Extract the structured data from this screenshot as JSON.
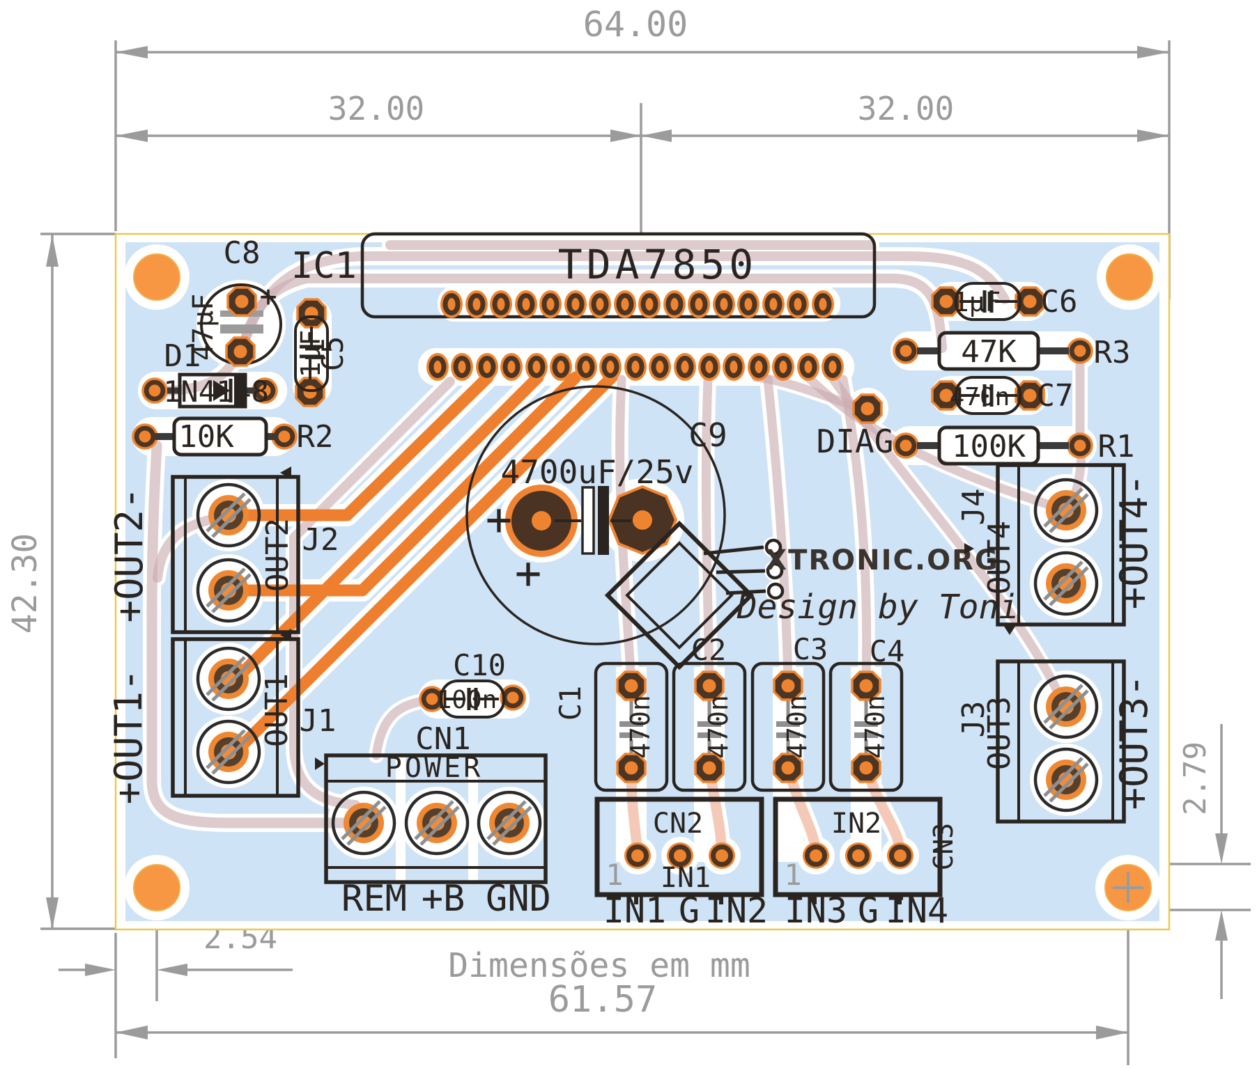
{
  "board": {
    "dim_width_total": "64.00",
    "dim_width_left": "32.00",
    "dim_width_right": "32.00",
    "dim_height": "42.30",
    "dim_hole_offset": "2.54",
    "dim_hole_span": "61.57",
    "dim_hole_margin": "2.79",
    "units_note": "Dimensões em mm"
  },
  "ic1": {
    "ref": "IC1",
    "part": "TDA7850"
  },
  "caps": {
    "c1": {
      "ref": "C1",
      "value": "470n"
    },
    "c2": {
      "ref": "C2",
      "value": "470n"
    },
    "c3": {
      "ref": "C3",
      "value": "470n"
    },
    "c4": {
      "ref": "C4",
      "value": "470n"
    },
    "c5": {
      "ref": "C5",
      "value": "1µF"
    },
    "c6": {
      "ref": "C6",
      "value": "1µF"
    },
    "c7": {
      "ref": "C7",
      "value": "470n"
    },
    "c8": {
      "ref": "C8",
      "value": "47µF"
    },
    "c9": {
      "ref": "C9",
      "value": "4700uF/25v"
    },
    "c10": {
      "ref": "C10",
      "value": "100n"
    }
  },
  "resistors": {
    "r1": {
      "ref": "R1",
      "value": "100K"
    },
    "r2": {
      "ref": "R2",
      "value": "10K"
    },
    "r3": {
      "ref": "R3",
      "value": "47K"
    }
  },
  "diode": {
    "ref": "D1",
    "value": "1N4148"
  },
  "diag_label": "DIAG",
  "power": {
    "ref": "CN1",
    "title": "POWER",
    "pins": [
      "REM",
      "+B",
      "GND"
    ]
  },
  "inputs": {
    "cn2": {
      "ref": "CN2",
      "channel": "IN1",
      "pin1": "1"
    },
    "cn3": {
      "ref": "CN3",
      "channel": "IN2",
      "pin1": "1"
    },
    "labels": [
      "IN1",
      "G",
      "IN2",
      "IN3",
      "G",
      "IN4"
    ]
  },
  "outputs": {
    "j1": {
      "ref": "J1",
      "name": "OUT1",
      "label": "+OUT1-"
    },
    "j2": {
      "ref": "J2",
      "name": "OUT2",
      "label": "+OUT2-"
    },
    "j3": {
      "ref": "J3",
      "name": "OUT3",
      "label": "+OUT3-"
    },
    "j4": {
      "ref": "J4",
      "name": "OUT4",
      "label": "+OUT4-"
    }
  },
  "branding": {
    "site": "XTRONIC.ORG",
    "credit": "Design by Toni"
  },
  "plus_sign": "+",
  "colors": {
    "copper": "#ee7f2e",
    "silk": "#29241f",
    "plane": "#cfe3f7",
    "outline": "#ecc94f",
    "dim": "#9b9b9b"
  }
}
